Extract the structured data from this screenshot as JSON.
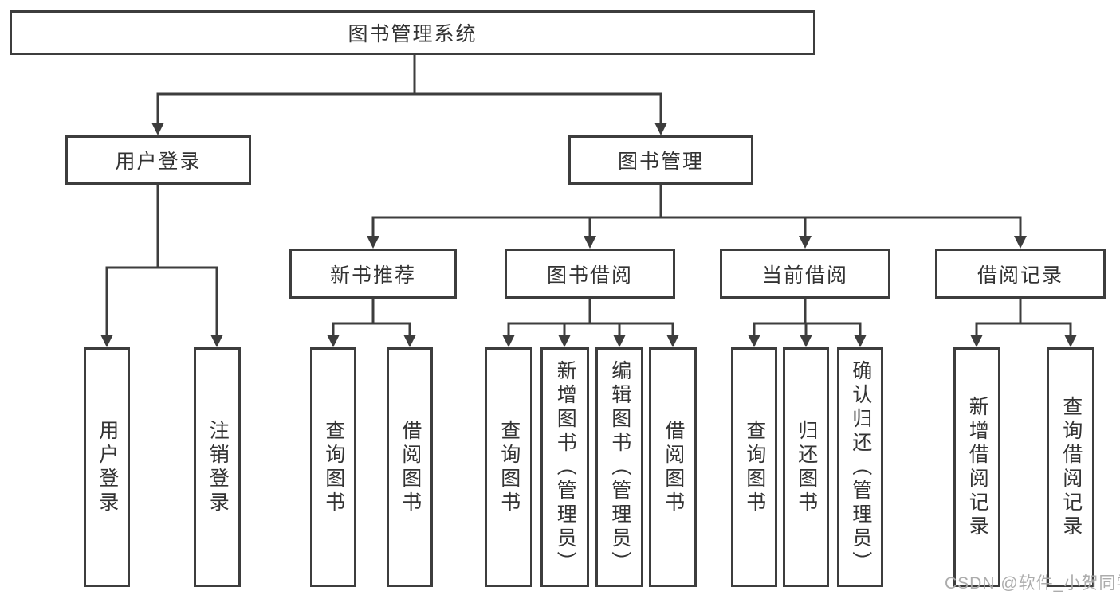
{
  "tree": {
    "root": {
      "label": "图书管理系统",
      "children": [
        {
          "label": "用户登录",
          "children": [
            {
              "label": "用户登录"
            },
            {
              "label": "注销登录"
            }
          ]
        },
        {
          "label": "图书管理",
          "children": [
            {
              "label": "新书推荐",
              "children": [
                {
                  "label": "查询图书"
                },
                {
                  "label": "借阅图书"
                }
              ]
            },
            {
              "label": "图书借阅",
              "children": [
                {
                  "label": "查询图书"
                },
                {
                  "label": "新增图书（管理员）"
                },
                {
                  "label": "编辑图书（管理员）"
                },
                {
                  "label": "借阅图书"
                }
              ]
            },
            {
              "label": "当前借阅",
              "children": [
                {
                  "label": "查询图书"
                },
                {
                  "label": "归还图书"
                },
                {
                  "label": "确认归还（管理员）"
                }
              ]
            },
            {
              "label": "借阅记录",
              "children": [
                {
                  "label": "新增借阅记录"
                },
                {
                  "label": "查询借阅记录"
                }
              ]
            }
          ]
        }
      ]
    }
  },
  "watermark": {
    "text": "CSDN @软件_小贺同学"
  },
  "colors": {
    "line": "#3d3d3d",
    "box_border": "#3d3d3d",
    "box_text": "#333333",
    "background": "#ffffff",
    "watermark": "#a8a8a8"
  }
}
